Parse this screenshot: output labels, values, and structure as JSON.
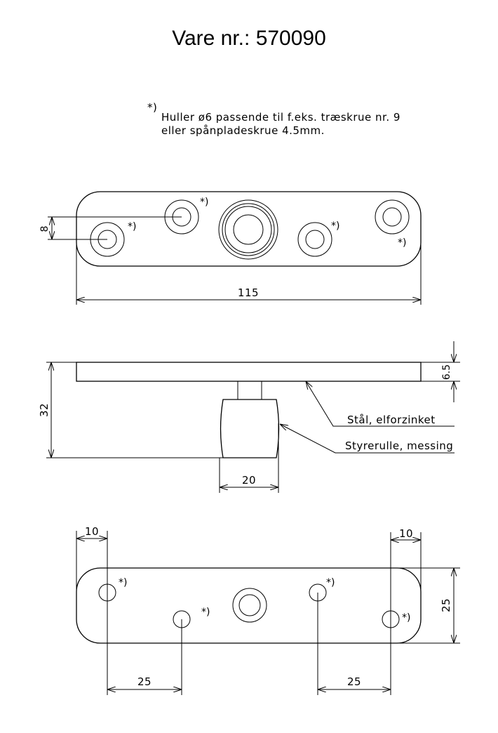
{
  "title": "Vare nr.: 570090",
  "note": {
    "marker": "*)",
    "line1": "Huller ø6 passende til f.eks. træskrue nr. 9",
    "line2": "eller spånpladeskrue 4.5mm."
  },
  "star_mark": "*)",
  "top_view": {
    "dim_width": "115",
    "dim_offset": "8"
  },
  "side_view": {
    "dim_height": "32",
    "dim_thickness": "6.5",
    "dim_roller": "20",
    "label_plate": "Stål, elforzinket",
    "label_roller": "Styrerulle, messing"
  },
  "bottom_view": {
    "dim_left_edge": "10",
    "dim_right_edge": "10",
    "dim_height": "25",
    "dim_left_spacing": "25",
    "dim_right_spacing": "25"
  }
}
